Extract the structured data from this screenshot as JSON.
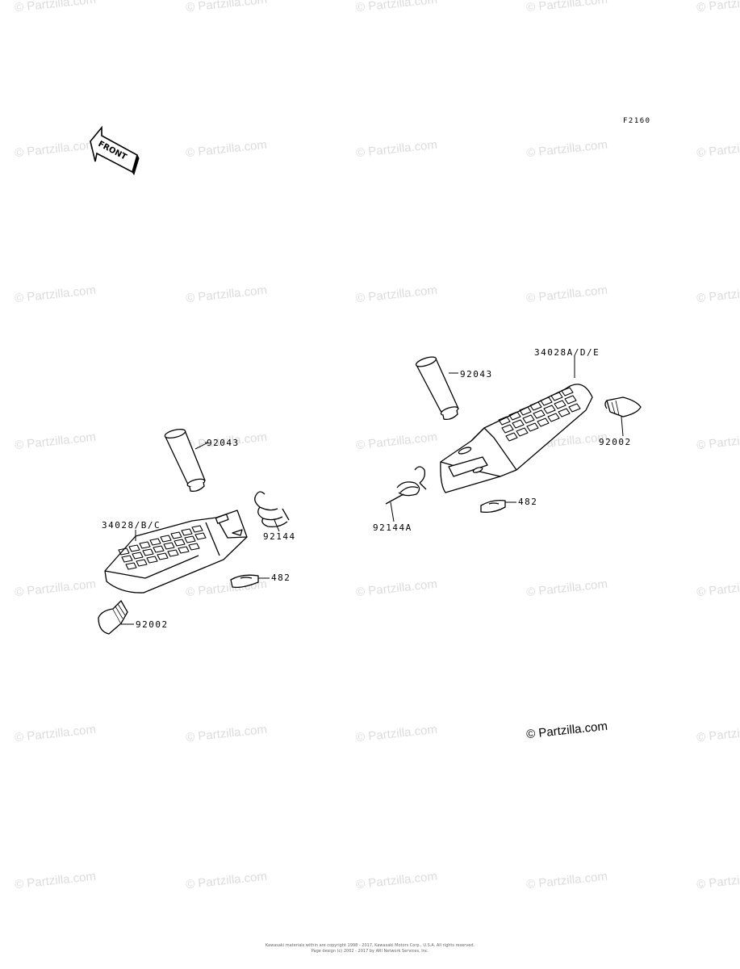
{
  "figure_code": "F2160",
  "front_label": "FRONT",
  "watermark": "© Partzilla.com",
  "copyright_main": "© Partzilla.com",
  "parts": {
    "left": {
      "pin": "92043",
      "footpeg": "34028/B/C",
      "spring": "92144",
      "washer": "482",
      "rubber": "92002"
    },
    "right": {
      "pin": "92043",
      "footpeg": "34028A/D/E",
      "spring": "92144A",
      "washer": "482",
      "rubber": "92002"
    }
  },
  "footer": {
    "line1": "Kawasaki materials within are copyright 1998 - 2017, Kawasaki Motors Corp., U.S.A. All rights reserved.",
    "line2": "Page design (c) 2002 - 2017 by ARI Network Services, Inc."
  }
}
